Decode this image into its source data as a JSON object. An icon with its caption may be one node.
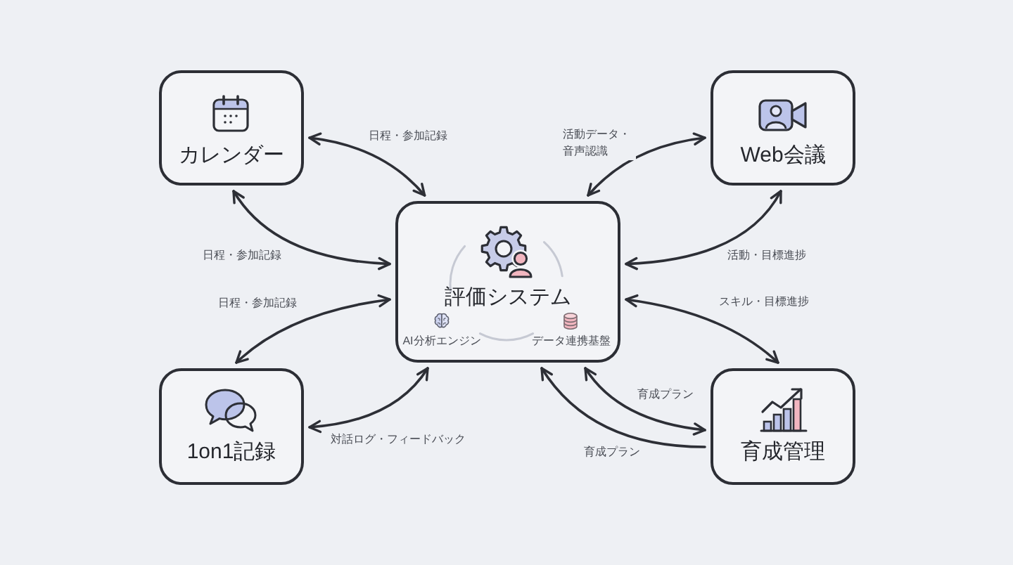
{
  "diagram": {
    "nodes": [
      {
        "text": [
          "カレンダー"
        ]
      },
      {
        "text": [
          "Web会議"
        ]
      },
      {
        "text": [
          "評価システム",
          "AI分析エンジン",
          "データ連携基盤"
        ]
      },
      {
        "text": [
          "1on1記録"
        ]
      },
      {
        "text": [
          "育成管理"
        ]
      }
    ],
    "edges": [
      {
        "from": 0,
        "to": 2,
        "arrow": "both",
        "label": "日程・参加記録"
      },
      {
        "from": 1,
        "to": 2,
        "arrow": "both",
        "label": "活動データ・音声認識"
      },
      {
        "from": 0,
        "to": 2,
        "arrow": "both",
        "label": "日程・参加記録"
      },
      {
        "from": 1,
        "to": 2,
        "arrow": "both",
        "label": "活動・目標進捗"
      },
      {
        "from": 3,
        "to": 2,
        "arrow": "both",
        "label": "日程・参加記録"
      },
      {
        "from": 2,
        "to": 4,
        "arrow": "both",
        "label": "スキル・目標進捗"
      },
      {
        "from": 3,
        "to": 2,
        "arrow": "both",
        "label": "対話ログ・フィードバック"
      },
      {
        "from": 2,
        "to": 4,
        "arrow": "both",
        "label": "育成プラン"
      },
      {
        "from": 4,
        "to": 2,
        "arrow": "to",
        "label": "育成プラン"
      }
    ]
  }
}
